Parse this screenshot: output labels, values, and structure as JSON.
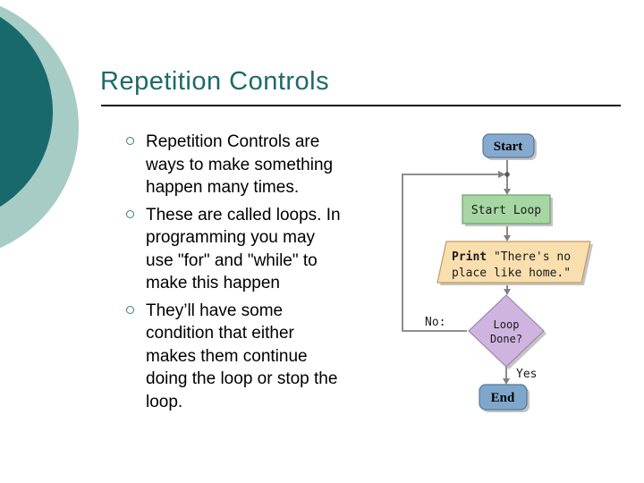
{
  "slide": {
    "title": "Repetition Controls",
    "bullets": [
      "Repetition Controls are\nways to make something\nhappen many times.",
      "These are called loops. In\nprogramming you may\nuse \"for\" and \"while\" to\nmake this happen",
      "They’ll have some\ncondition that either\nmakes them continue\ndoing the loop or stop the\nloop."
    ]
  },
  "flowchart": {
    "nodes": [
      {
        "id": "start",
        "type": "terminator",
        "label": "Start"
      },
      {
        "id": "start-loop",
        "type": "process",
        "label": "Start Loop"
      },
      {
        "id": "print",
        "type": "io",
        "label_keyword": "Print",
        "label_rest": " \"There's no",
        "label_line2": "place like home.\""
      },
      {
        "id": "decision",
        "type": "decision",
        "label_line1": "Loop",
        "label_line2": "Done?"
      },
      {
        "id": "end",
        "type": "terminator",
        "label": "End"
      }
    ],
    "edge_labels": {
      "no": "No:",
      "yes": "Yes"
    }
  },
  "colors": {
    "accent_teal": "#17696c",
    "sage": "#a7cbc5",
    "title_teal": "#1d6a6a",
    "terminator_fill": "#85aacd",
    "process_fill": "#a6d7a2",
    "io_fill": "#fadfae",
    "decision_fill": "#cfb4df",
    "connector_gray": "#808080"
  }
}
